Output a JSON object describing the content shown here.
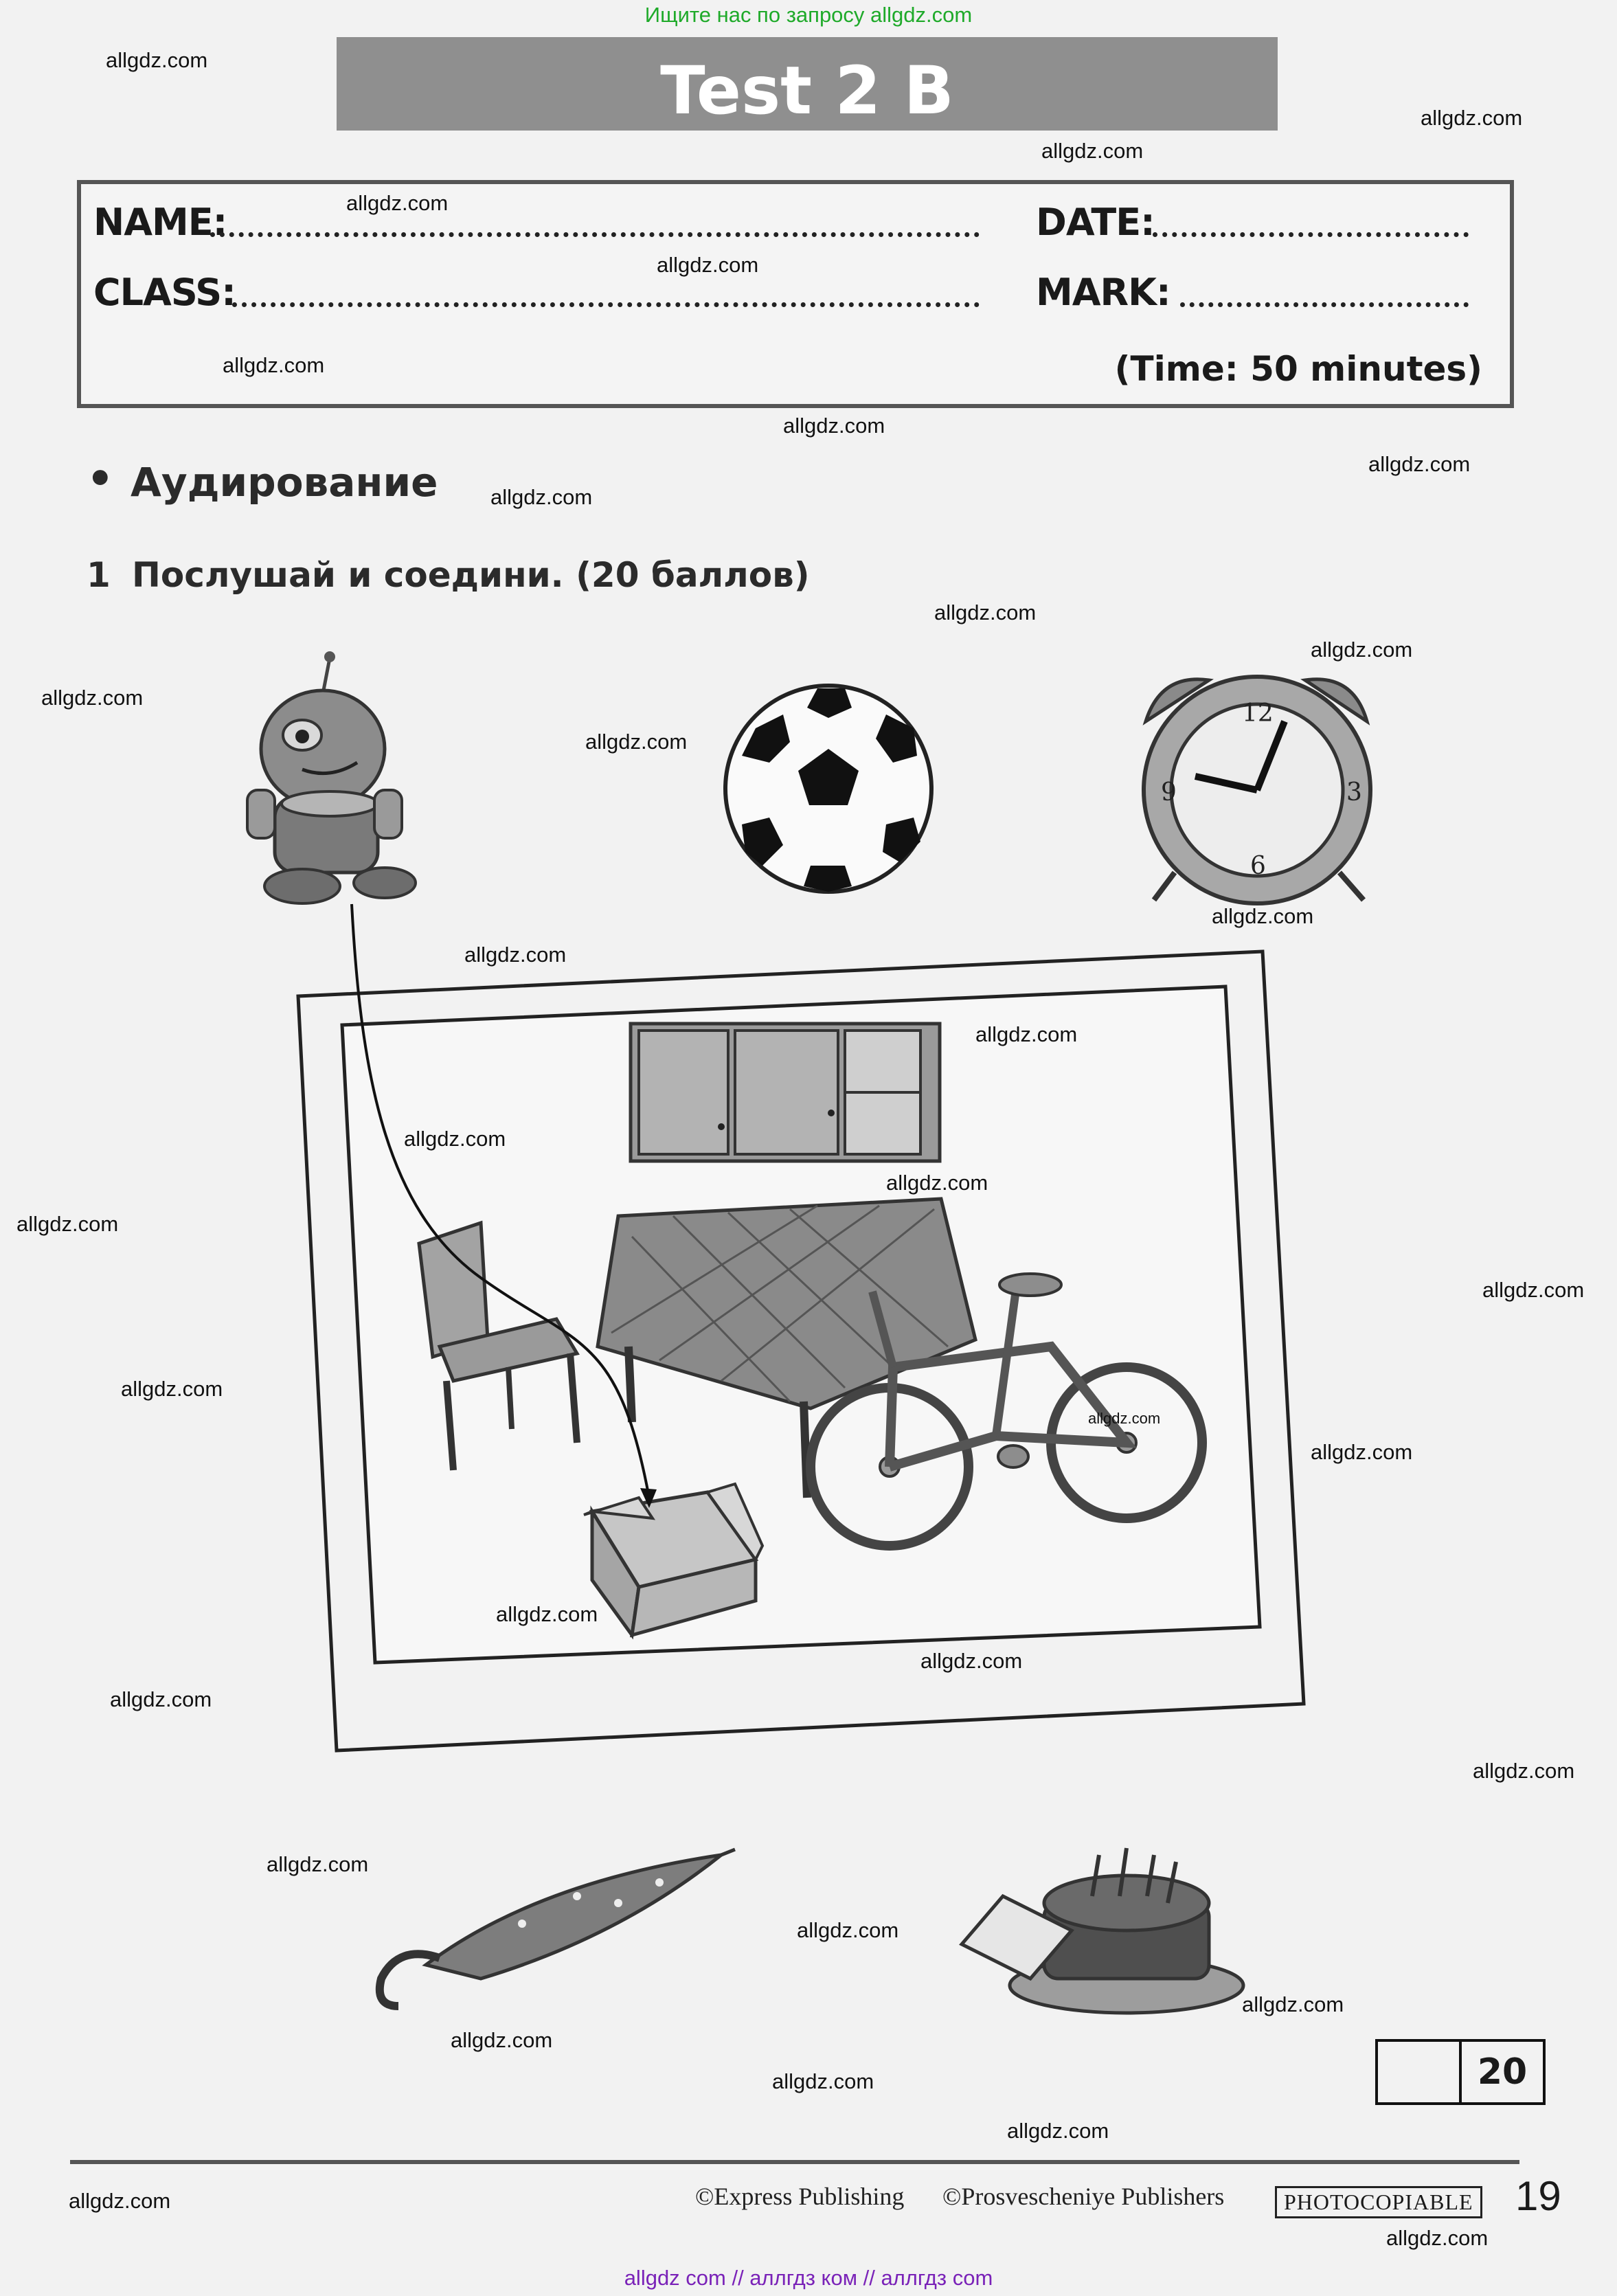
{
  "banner_top": "Ищите нас по запросу allgdz.com",
  "banner_bottom": "allgdz com  //  аллгдз ком  //  аллгдз com",
  "title": "Test 2 B",
  "info": {
    "name_label": "NAME:",
    "date_label": "DATE:",
    "class_label": "CLASS:",
    "mark_label": "MARK:",
    "time": "(Time: 50 minutes)"
  },
  "section": {
    "bullet": "•",
    "heading": "Аудирование",
    "task_number": "1",
    "task_text": "Послушай и соедини. (20 баллов)"
  },
  "pictures": [
    "robot-icon",
    "football-icon",
    "alarm-clock-icon",
    "cupboard-icon",
    "chair-icon",
    "table-icon",
    "box-icon",
    "bicycle-icon",
    "umbrella-icon",
    "birthday-cake-icon"
  ],
  "score": {
    "max": "20"
  },
  "footer": {
    "publisher1": "©Express Publishing",
    "publisher2": "©Prosvescheniye Publishers",
    "photocopiable": "PHOTOCOPIABLE",
    "page_number": "19"
  },
  "watermark": "allgdz.com"
}
